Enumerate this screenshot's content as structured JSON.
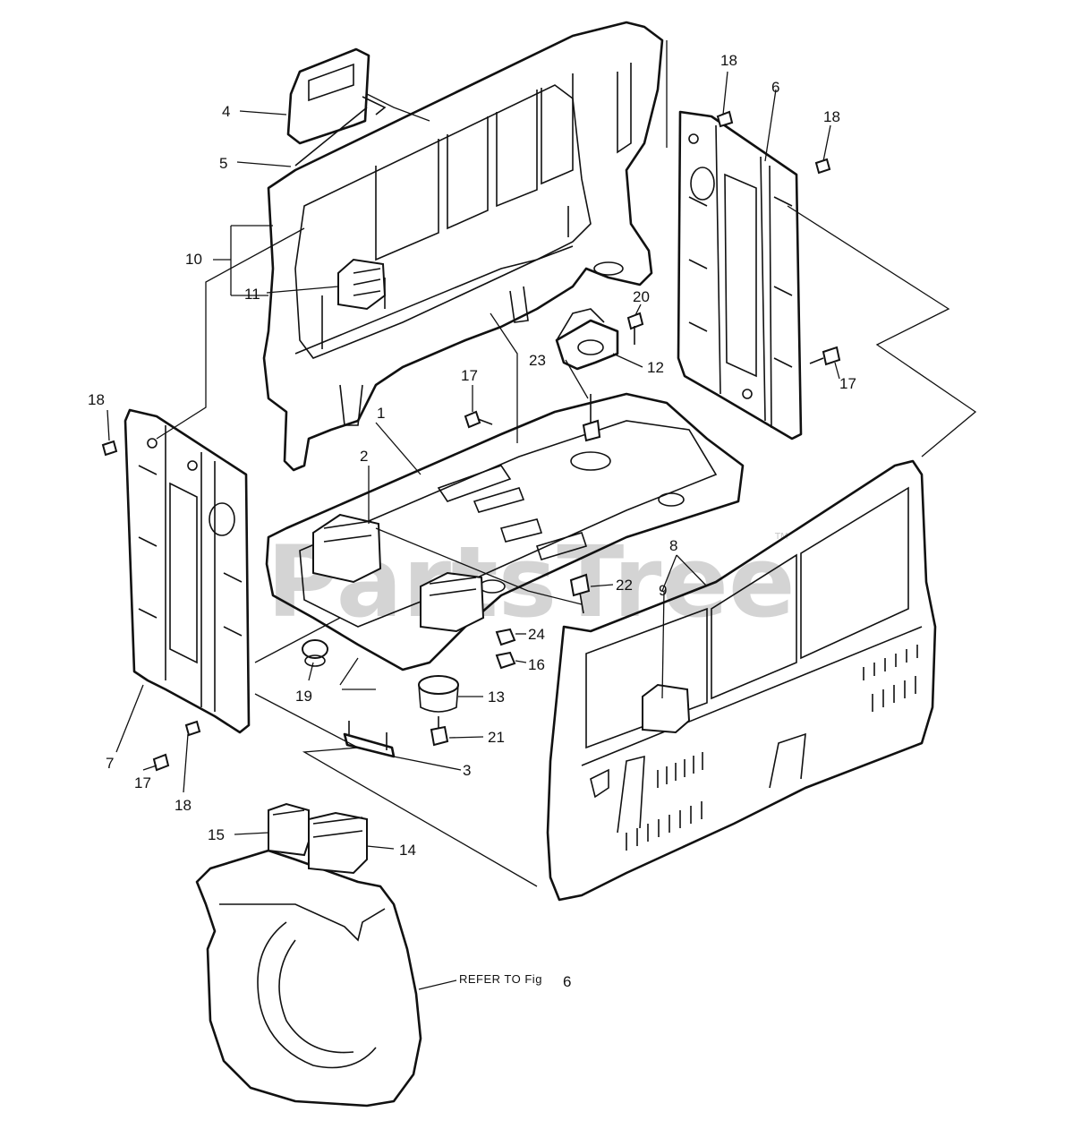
{
  "watermark": {
    "text": "PartsTree",
    "trademark": "TM"
  },
  "reference_note": {
    "text": "REFER TO Fig",
    "figure": "6"
  },
  "callouts": [
    {
      "id": "c-18-top",
      "label": "18"
    },
    {
      "id": "c-6",
      "label": "6"
    },
    {
      "id": "c-18-right",
      "label": "18"
    },
    {
      "id": "c-4",
      "label": "4"
    },
    {
      "id": "c-5",
      "label": "5"
    },
    {
      "id": "c-10",
      "label": "10"
    },
    {
      "id": "c-11",
      "label": "11"
    },
    {
      "id": "c-20",
      "label": "20"
    },
    {
      "id": "c-23",
      "label": "23"
    },
    {
      "id": "c-12",
      "label": "12"
    },
    {
      "id": "c-17-mid",
      "label": "17"
    },
    {
      "id": "c-17-right",
      "label": "17"
    },
    {
      "id": "c-18-left",
      "label": "18"
    },
    {
      "id": "c-1",
      "label": "1"
    },
    {
      "id": "c-2",
      "label": "2"
    },
    {
      "id": "c-8",
      "label": "8"
    },
    {
      "id": "c-9",
      "label": "9"
    },
    {
      "id": "c-22",
      "label": "22"
    },
    {
      "id": "c-24",
      "label": "24"
    },
    {
      "id": "c-16",
      "label": "16"
    },
    {
      "id": "c-19",
      "label": "19"
    },
    {
      "id": "c-13",
      "label": "13"
    },
    {
      "id": "c-21",
      "label": "21"
    },
    {
      "id": "c-3",
      "label": "3"
    },
    {
      "id": "c-7",
      "label": "7"
    },
    {
      "id": "c-17-bottom",
      "label": "17"
    },
    {
      "id": "c-18-bottom",
      "label": "18"
    },
    {
      "id": "c-15",
      "label": "15"
    },
    {
      "id": "c-14",
      "label": "14"
    }
  ]
}
